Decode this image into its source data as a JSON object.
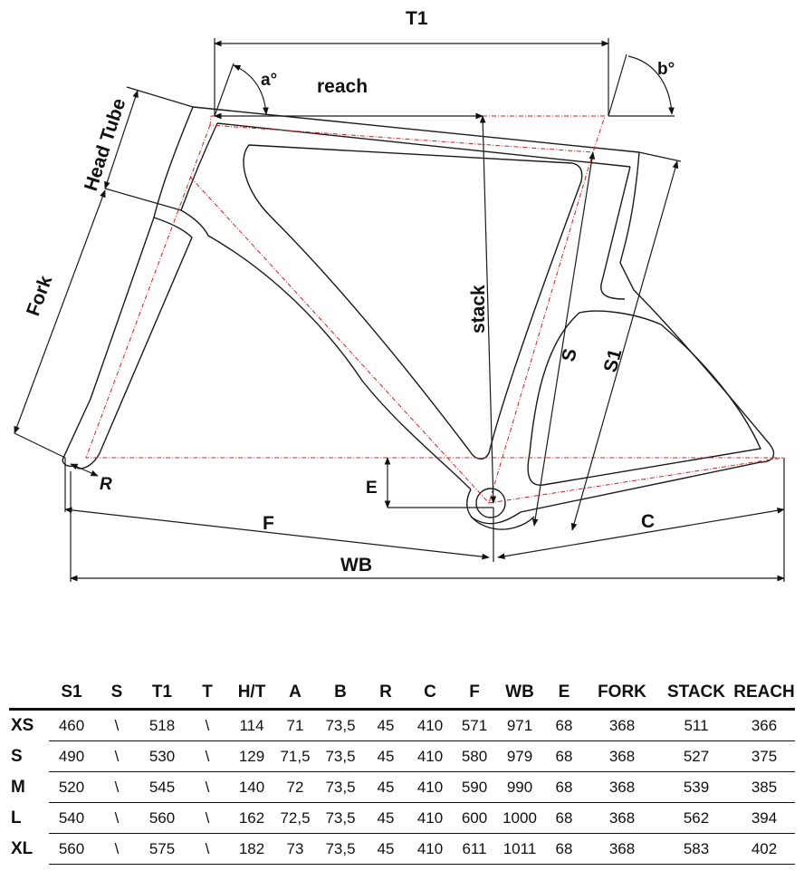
{
  "diagram": {
    "labels": {
      "t1": "T1",
      "reach": "reach",
      "a_angle": "a°",
      "b_angle": "b°",
      "head_tube": "Head Tube",
      "fork": "Fork",
      "stack": "stack",
      "s": "S",
      "s1": "S1",
      "r": "R",
      "e": "E",
      "f": "F",
      "c": "C",
      "wb": "WB"
    },
    "colors": {
      "line": "#1a1a1a",
      "construction": "#d42020"
    }
  },
  "table": {
    "headers": [
      "S1",
      "S",
      "T1",
      "T",
      "H/T",
      "A",
      "B",
      "R",
      "C",
      "F",
      "WB",
      "E",
      "FORK",
      "STACK",
      "REACH"
    ],
    "rows": [
      {
        "size": "XS",
        "values": [
          "460",
          "\\",
          "518",
          "\\",
          "114",
          "71",
          "73,5",
          "45",
          "410",
          "571",
          "971",
          "68",
          "368",
          "511",
          "366"
        ]
      },
      {
        "size": "S",
        "values": [
          "490",
          "\\",
          "530",
          "\\",
          "129",
          "71,5",
          "73,5",
          "45",
          "410",
          "580",
          "979",
          "68",
          "368",
          "527",
          "375"
        ]
      },
      {
        "size": "M",
        "values": [
          "520",
          "\\",
          "545",
          "\\",
          "140",
          "72",
          "73,5",
          "45",
          "410",
          "590",
          "990",
          "68",
          "368",
          "539",
          "385"
        ]
      },
      {
        "size": "L",
        "values": [
          "540",
          "\\",
          "560",
          "\\",
          "162",
          "72,5",
          "73,5",
          "45",
          "410",
          "600",
          "1000",
          "68",
          "368",
          "562",
          "394"
        ]
      },
      {
        "size": "XL",
        "values": [
          "560",
          "\\",
          "575",
          "\\",
          "182",
          "73",
          "73,5",
          "45",
          "410",
          "611",
          "1011",
          "68",
          "368",
          "583",
          "402"
        ]
      }
    ]
  }
}
